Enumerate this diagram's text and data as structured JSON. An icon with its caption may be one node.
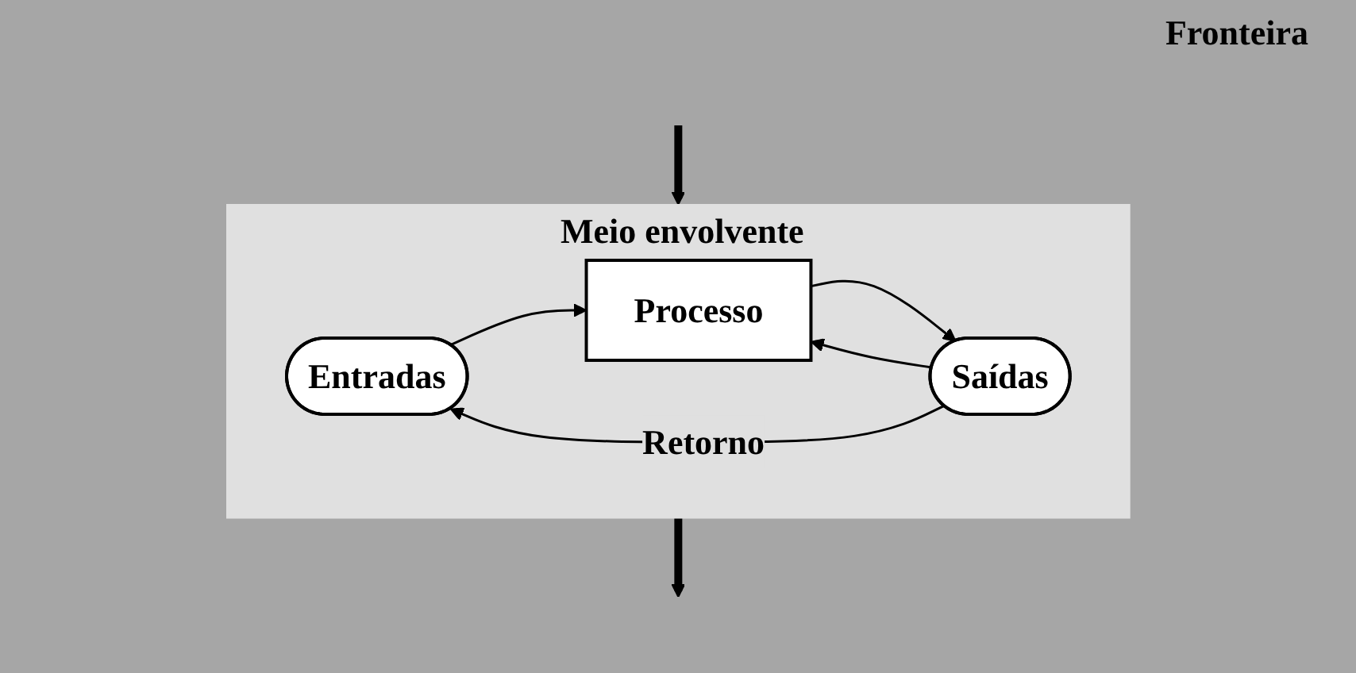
{
  "diagram": {
    "nodes": [
      {
        "text": [
          "Meio envolvente"
        ]
      },
      {
        "text": [
          "Entradas"
        ],
        "in": 0
      },
      {
        "text": [
          "Processo"
        ],
        "in": 0
      },
      {
        "text": [
          "Saídas"
        ],
        "in": 0
      }
    ],
    "edges": [
      {
        "from": null,
        "to": 0,
        "arrow": "to",
        "style": "thick"
      },
      {
        "from": 0,
        "to": null,
        "arrow": "to",
        "style": "thick"
      },
      {
        "from": 1,
        "to": 2,
        "arrow": "to"
      },
      {
        "from": 2,
        "to": 3,
        "arrow": "to"
      },
      {
        "from": 3,
        "to": 1,
        "arrow": "to",
        "label": "Retorno"
      },
      {
        "from": 3,
        "to": 2,
        "arrow": "to"
      }
    ],
    "labels": [
      "Fronteira"
    ]
  }
}
